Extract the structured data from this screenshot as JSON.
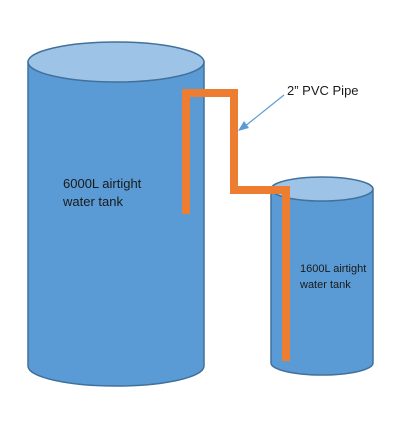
{
  "diagram": {
    "large_tank": {
      "label_line1": "6000L airtight",
      "label_line2": "water tank"
    },
    "small_tank": {
      "label_line1": "1600L airtight",
      "label_line2": "water tank"
    },
    "pipe": {
      "label": "2” PVC Pipe"
    }
  },
  "colors": {
    "tank_body": "#5b9bd5",
    "tank_top": "#9dc3e6",
    "tank_outline": "#41719c",
    "pipe": "#ed7d31",
    "arrow": "#5b9bd5"
  }
}
